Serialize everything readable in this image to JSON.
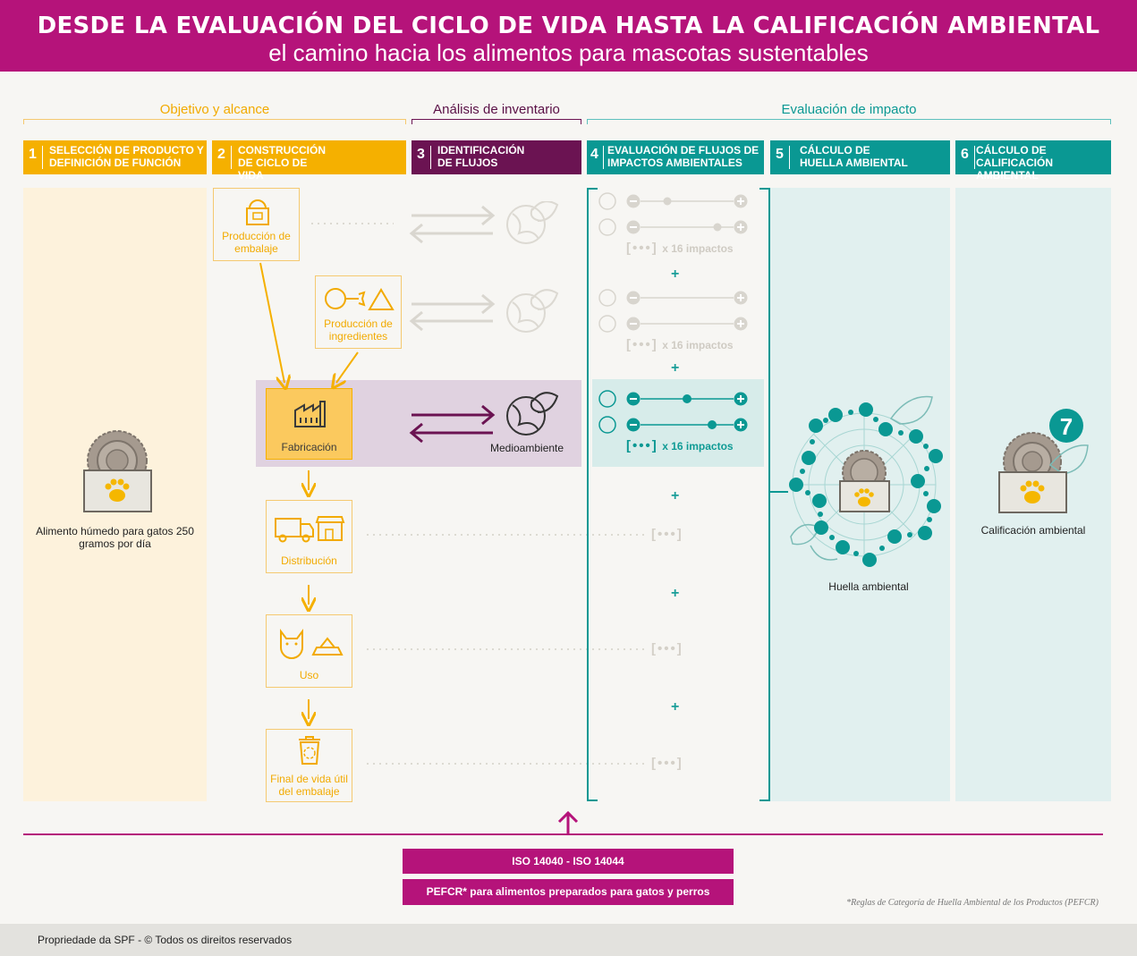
{
  "header": {
    "title": "DESDE LA EVALUACIÓN DEL CICLO DE VIDA HASTA LA CALIFICACIÓN AMBIENTAL",
    "subtitle": "el camino hacia los alimentos para mascotas sustentables"
  },
  "phases": {
    "goal": "Objetivo y alcance",
    "inventory": "Análisis de inventario",
    "impact": "Evaluación de impacto"
  },
  "steps": [
    {
      "num": "1",
      "label": "SELECCIÓN DE PRODUCTO Y DEFINICIÓN DE FUNCIÓN",
      "color": "#f5b000"
    },
    {
      "num": "2",
      "label": "CONSTRUCCIÓN DE CICLO DE VIDA",
      "color": "#f5b000"
    },
    {
      "num": "3",
      "label": "IDENTIFICACIÓN DE FLUJOS",
      "color": "#6b1352"
    },
    {
      "num": "4",
      "label": "EVALUACIÓN DE FLUJOS DE IMPACTOS AMBIENTALES",
      "color": "#0a9893"
    },
    {
      "num": "5",
      "label": "CÁLCULO DE HUELLA AMBIENTAL",
      "color": "#0a9893"
    },
    {
      "num": "6",
      "label": "CÁLCULO DE CALIFICACIÓN AMBIENTAL",
      "color": "#0a9893"
    }
  ],
  "product": {
    "label": "Alimento húmedo para gatos 250 gramos por día"
  },
  "lifecycle": {
    "packaging": "Producción de embalaje",
    "ingredients": "Producción de ingredientes",
    "manufacturing": "Fabricación",
    "distribution": "Distribución",
    "use": "Uso",
    "end_of_life": "Final de vida útil del embalaje"
  },
  "environment": {
    "label": "Medioambiente"
  },
  "impacts": {
    "count_label": "x 16 impactos",
    "plus": "+",
    "ellipsis": "•••"
  },
  "footprint": {
    "label": "Huella ambiental"
  },
  "rating": {
    "label": "Calificación ambiental",
    "score": "7"
  },
  "standards": {
    "iso": "ISO 14040 -  ISO 14044",
    "pefcr": "PEFCR* para alimentos preparados para gatos y perros",
    "note": "*Reglas de Categoría de Huella Ambiental de los Productos (PEFCR)"
  },
  "footer": {
    "copyright": "Propriedade da SPF - © Todos os direitos reservados"
  },
  "colors": {
    "magenta": "#b5137a",
    "yellow": "#f5b000",
    "purple": "#6b1352",
    "teal": "#0a9893"
  }
}
